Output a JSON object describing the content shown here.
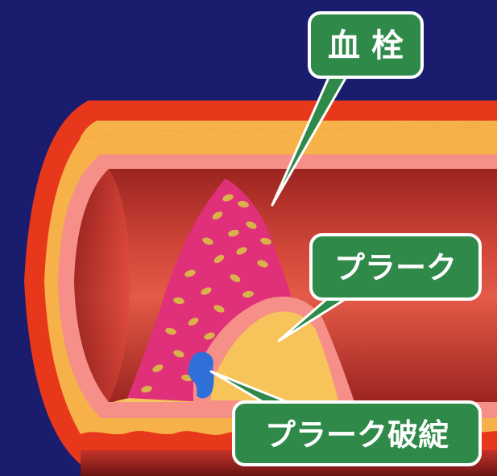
{
  "labels": {
    "thrombus": "血 栓",
    "plaque": "プラーク",
    "plaque_rupture": "プラーク破綻"
  },
  "colors": {
    "background": "#1a1d6e",
    "vessel_outer": "#e8381c",
    "vessel_fat": "#f6b248",
    "vessel_intima": "#f58f88",
    "lumen": "#c4332c",
    "thrombus": "#e0307a",
    "platelet": "#d9b24a",
    "plaque": "#f6c45a",
    "rupture": "#2f6fd8",
    "callout_fill": "#2f8a4a",
    "callout_border": "#ffffff"
  }
}
